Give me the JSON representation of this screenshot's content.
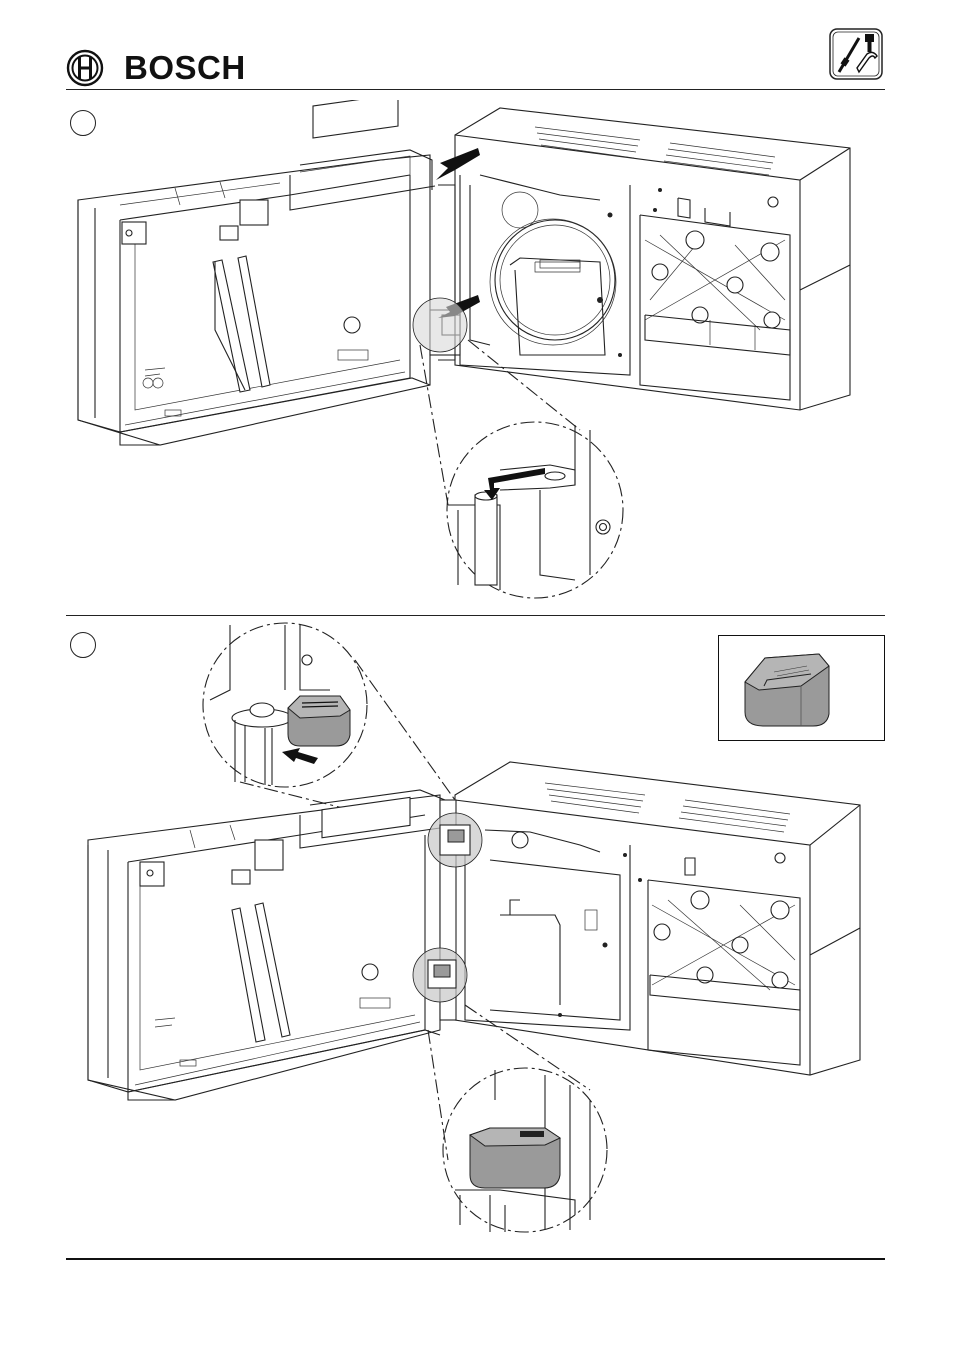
{
  "header": {
    "brand": "BOSCH",
    "logo_icon": "bosch-armature-logo",
    "tool_icon": "screwdriver-wrench-tools-icon"
  },
  "figures": [
    {
      "step": "",
      "description_icon": "step-circle"
    },
    {
      "step": "",
      "description_icon": "step-circle"
    }
  ],
  "colors": {
    "line": "#222222",
    "fill_grey": "#9a9a9a",
    "background": "#ffffff"
  }
}
